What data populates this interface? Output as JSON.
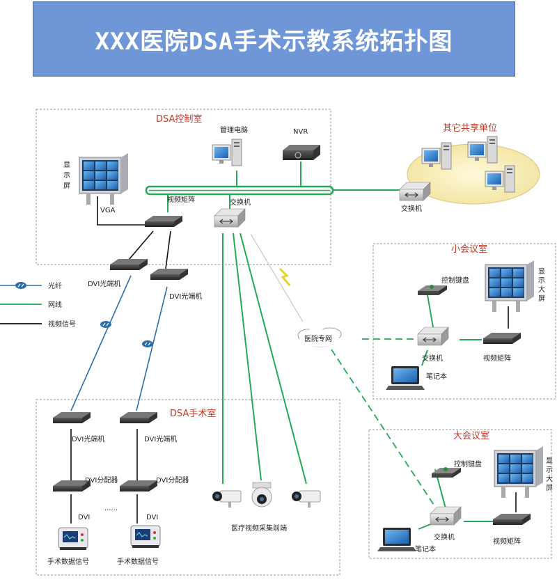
{
  "title": "XXX医院DSA手术示教系统拓扑图",
  "rooms": {
    "control": "DSA控制室",
    "surgery": "DSA手术室",
    "small_meeting": "小会议室",
    "large_meeting": "大会议室",
    "other_units": "其它共享单位"
  },
  "labels": {
    "mgmt_pc": "管理电脑",
    "nvr": "NVR",
    "vga": "VGA",
    "video_matrix": "视频矩阵",
    "switch": "交换机",
    "dvi_optical": "DVI光端机",
    "dvi_splitter": "DVI分配器",
    "dvi": "DVI",
    "surgery_signal": "手术数据信号",
    "camera_front": "医疗视频采集前端",
    "hospital_net": "医院专网",
    "control_keyboard": "控制键盘",
    "notebook": "笔记本",
    "ellipsis": "......",
    "display_v1": [
      "显",
      "示",
      "屏"
    ],
    "display_v2": [
      "显",
      "示",
      "大",
      "屏"
    ]
  },
  "legend": [
    {
      "name": "光纤",
      "color": "#2e6ea8"
    },
    {
      "name": "网线",
      "color": "#22aa55"
    },
    {
      "name": "视频信号",
      "color": "#111111"
    }
  ]
}
